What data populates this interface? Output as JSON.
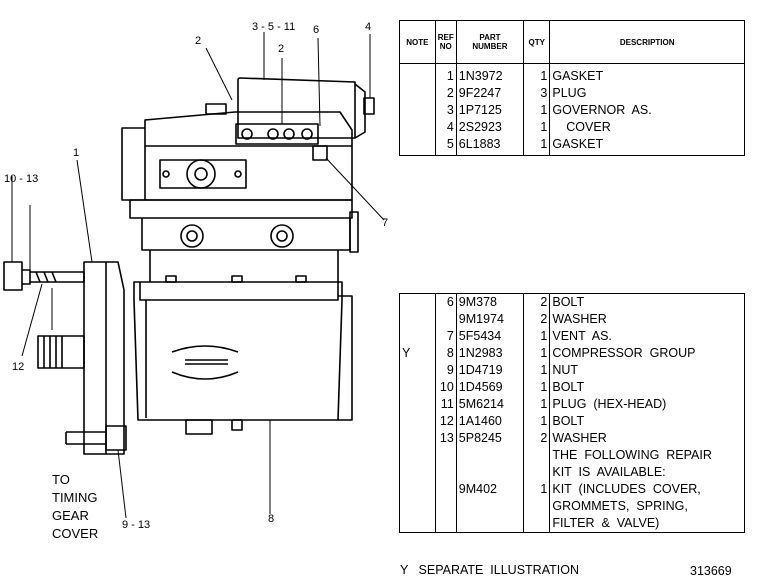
{
  "illustration": {
    "callouts": {
      "c2a": "2",
      "c3511": "3 - 5 - 11",
      "c2b": "2",
      "c6": "6",
      "c4": "4",
      "c1": "1",
      "c1013": "10 - 13",
      "c7": "7",
      "c12": "12",
      "c8": "8",
      "c913": "9 - 13"
    },
    "caption": [
      "TO",
      "TIMING",
      "GEAR",
      "COVER"
    ]
  },
  "table_top": {
    "headers": {
      "note": "NOTE",
      "ref_line1": "REF",
      "ref_line2": "NO",
      "part_line1": "PART",
      "part_line2": "NUMBER",
      "qty": "QTY",
      "description": "DESCRIPTION"
    },
    "rows": [
      {
        "note": "",
        "ref": "1",
        "part": "1N3972",
        "qty": "1",
        "desc": "GASKET"
      },
      {
        "note": "",
        "ref": "2",
        "part": "9F2247",
        "qty": "3",
        "desc": "PLUG"
      },
      {
        "note": "",
        "ref": "3",
        "part": "1P7125",
        "qty": "1",
        "desc": "GOVERNOR  AS."
      },
      {
        "note": "",
        "ref": "4",
        "part": "2S2923",
        "qty": "1",
        "desc": "    COVER"
      },
      {
        "note": "",
        "ref": "5",
        "part": "6L1883",
        "qty": "1",
        "desc": "GASKET"
      }
    ]
  },
  "table_bottom": {
    "rows": [
      {
        "note": "",
        "ref": "6",
        "part": "9M378",
        "qty": "2",
        "desc": "BOLT"
      },
      {
        "note": "",
        "ref": "",
        "part": "9M1974",
        "qty": "2",
        "desc": "WASHER"
      },
      {
        "note": "",
        "ref": "7",
        "part": "5F5434",
        "qty": "1",
        "desc": "VENT  AS."
      },
      {
        "note": "Y",
        "ref": "8",
        "part": "1N2983",
        "qty": "1",
        "desc": "COMPRESSOR  GROUP"
      },
      {
        "note": "",
        "ref": "9",
        "part": "1D4719",
        "qty": "1",
        "desc": "NUT"
      },
      {
        "note": "",
        "ref": "10",
        "part": "1D4569",
        "qty": "1",
        "desc": "BOLT"
      },
      {
        "note": "",
        "ref": "11",
        "part": "5M6214",
        "qty": "1",
        "desc": "PLUG  (HEX-HEAD)"
      },
      {
        "note": "",
        "ref": "12",
        "part": "1A1460",
        "qty": "1",
        "desc": "BOLT"
      },
      {
        "note": "",
        "ref": "13",
        "part": "5P8245",
        "qty": "2",
        "desc": "WASHER"
      },
      {
        "note": "",
        "ref": "",
        "part": "",
        "qty": "",
        "desc": ""
      },
      {
        "note": "",
        "ref": "",
        "part": "",
        "qty": "",
        "desc": "THE  FOLLOWING  REPAIR"
      },
      {
        "note": "",
        "ref": "",
        "part": "",
        "qty": "",
        "desc": "KIT  IS  AVAILABLE:"
      },
      {
        "note": "",
        "ref": "",
        "part": "9M402",
        "qty": "1",
        "desc": "KIT  (INCLUDES  COVER,"
      },
      {
        "note": "",
        "ref": "",
        "part": "",
        "qty": "",
        "desc": "GROMMETS,  SPRING,"
      },
      {
        "note": "",
        "ref": "",
        "part": "",
        "qty": "",
        "desc": "FILTER  &  VALVE)"
      }
    ]
  },
  "footer": {
    "note": "Y   SEPARATE  ILLUSTRATION",
    "illustration_number": "313669"
  }
}
